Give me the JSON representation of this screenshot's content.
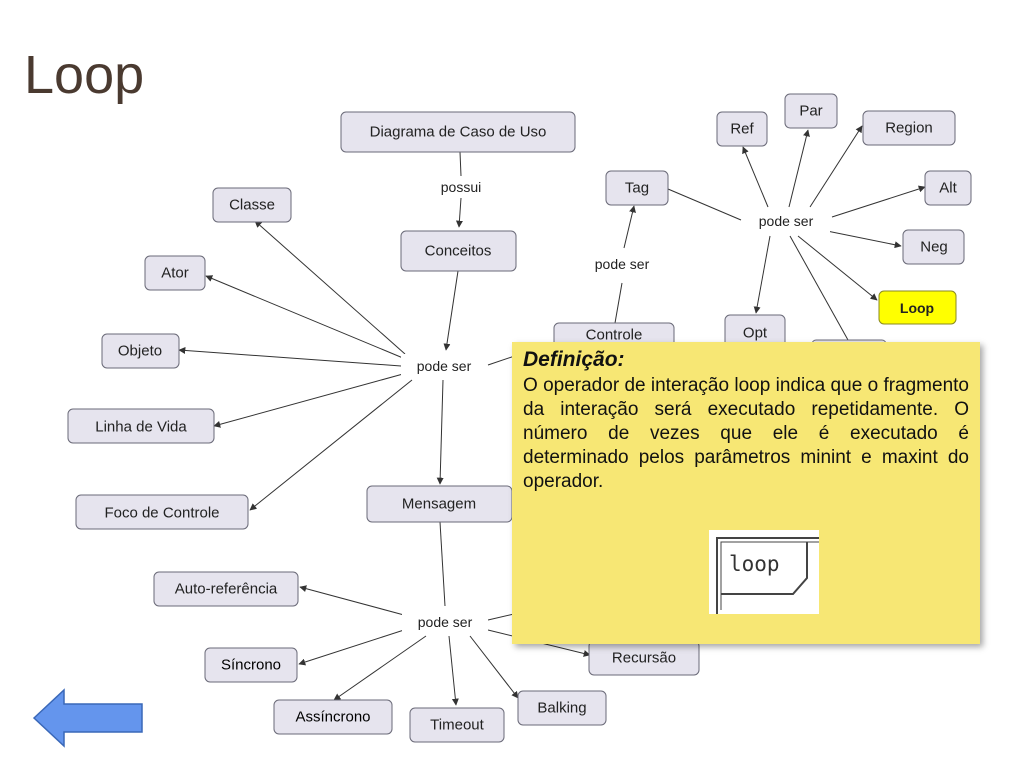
{
  "slide": {
    "title": "Loop"
  },
  "diagram": {
    "nodes": {
      "diagrama_caso_uso": "Diagrama de Caso de Uso",
      "conceitos": "Conceitos",
      "classe": "Classe",
      "ator": "Ator",
      "objeto": "Objeto",
      "linha_de_vida": "Linha de Vida",
      "foco_de_controle": "Foco de Controle",
      "mensagem": "Mensagem",
      "auto_referencia": "Auto-referência",
      "sincrono": "Síncrono",
      "assincrono": "Assíncrono",
      "timeout": "Timeout",
      "balking": "Balking",
      "recursao": "Recursão",
      "controle": "Controle",
      "tag": "Tag",
      "ref": "Ref",
      "par": "Par",
      "region": "Region",
      "alt": "Alt",
      "neg": "Neg",
      "loop": "Loop",
      "opt": "Opt"
    },
    "link_labels": {
      "possui": "possui",
      "pode_ser_main": "pode ser",
      "pode_ser_tag": "pode ser",
      "pode_ser_operators": "pode ser",
      "pode_ser_mensagem": "pode ser"
    }
  },
  "definition": {
    "heading": "Definição:",
    "text": "O operador de interação loop indica que o fragmento da interação será executado repetidamente. O número de vezes que ele é executado é determinado pelos parâmetros minint e maxint do operador.",
    "example_label": "loop"
  },
  "colors": {
    "node_fill": "#e6e4ee",
    "highlight": "#ffff00",
    "definition_bg": "#f7e774",
    "back_arrow": "#6495ed"
  },
  "icons": {
    "back": "left-arrow-icon"
  }
}
